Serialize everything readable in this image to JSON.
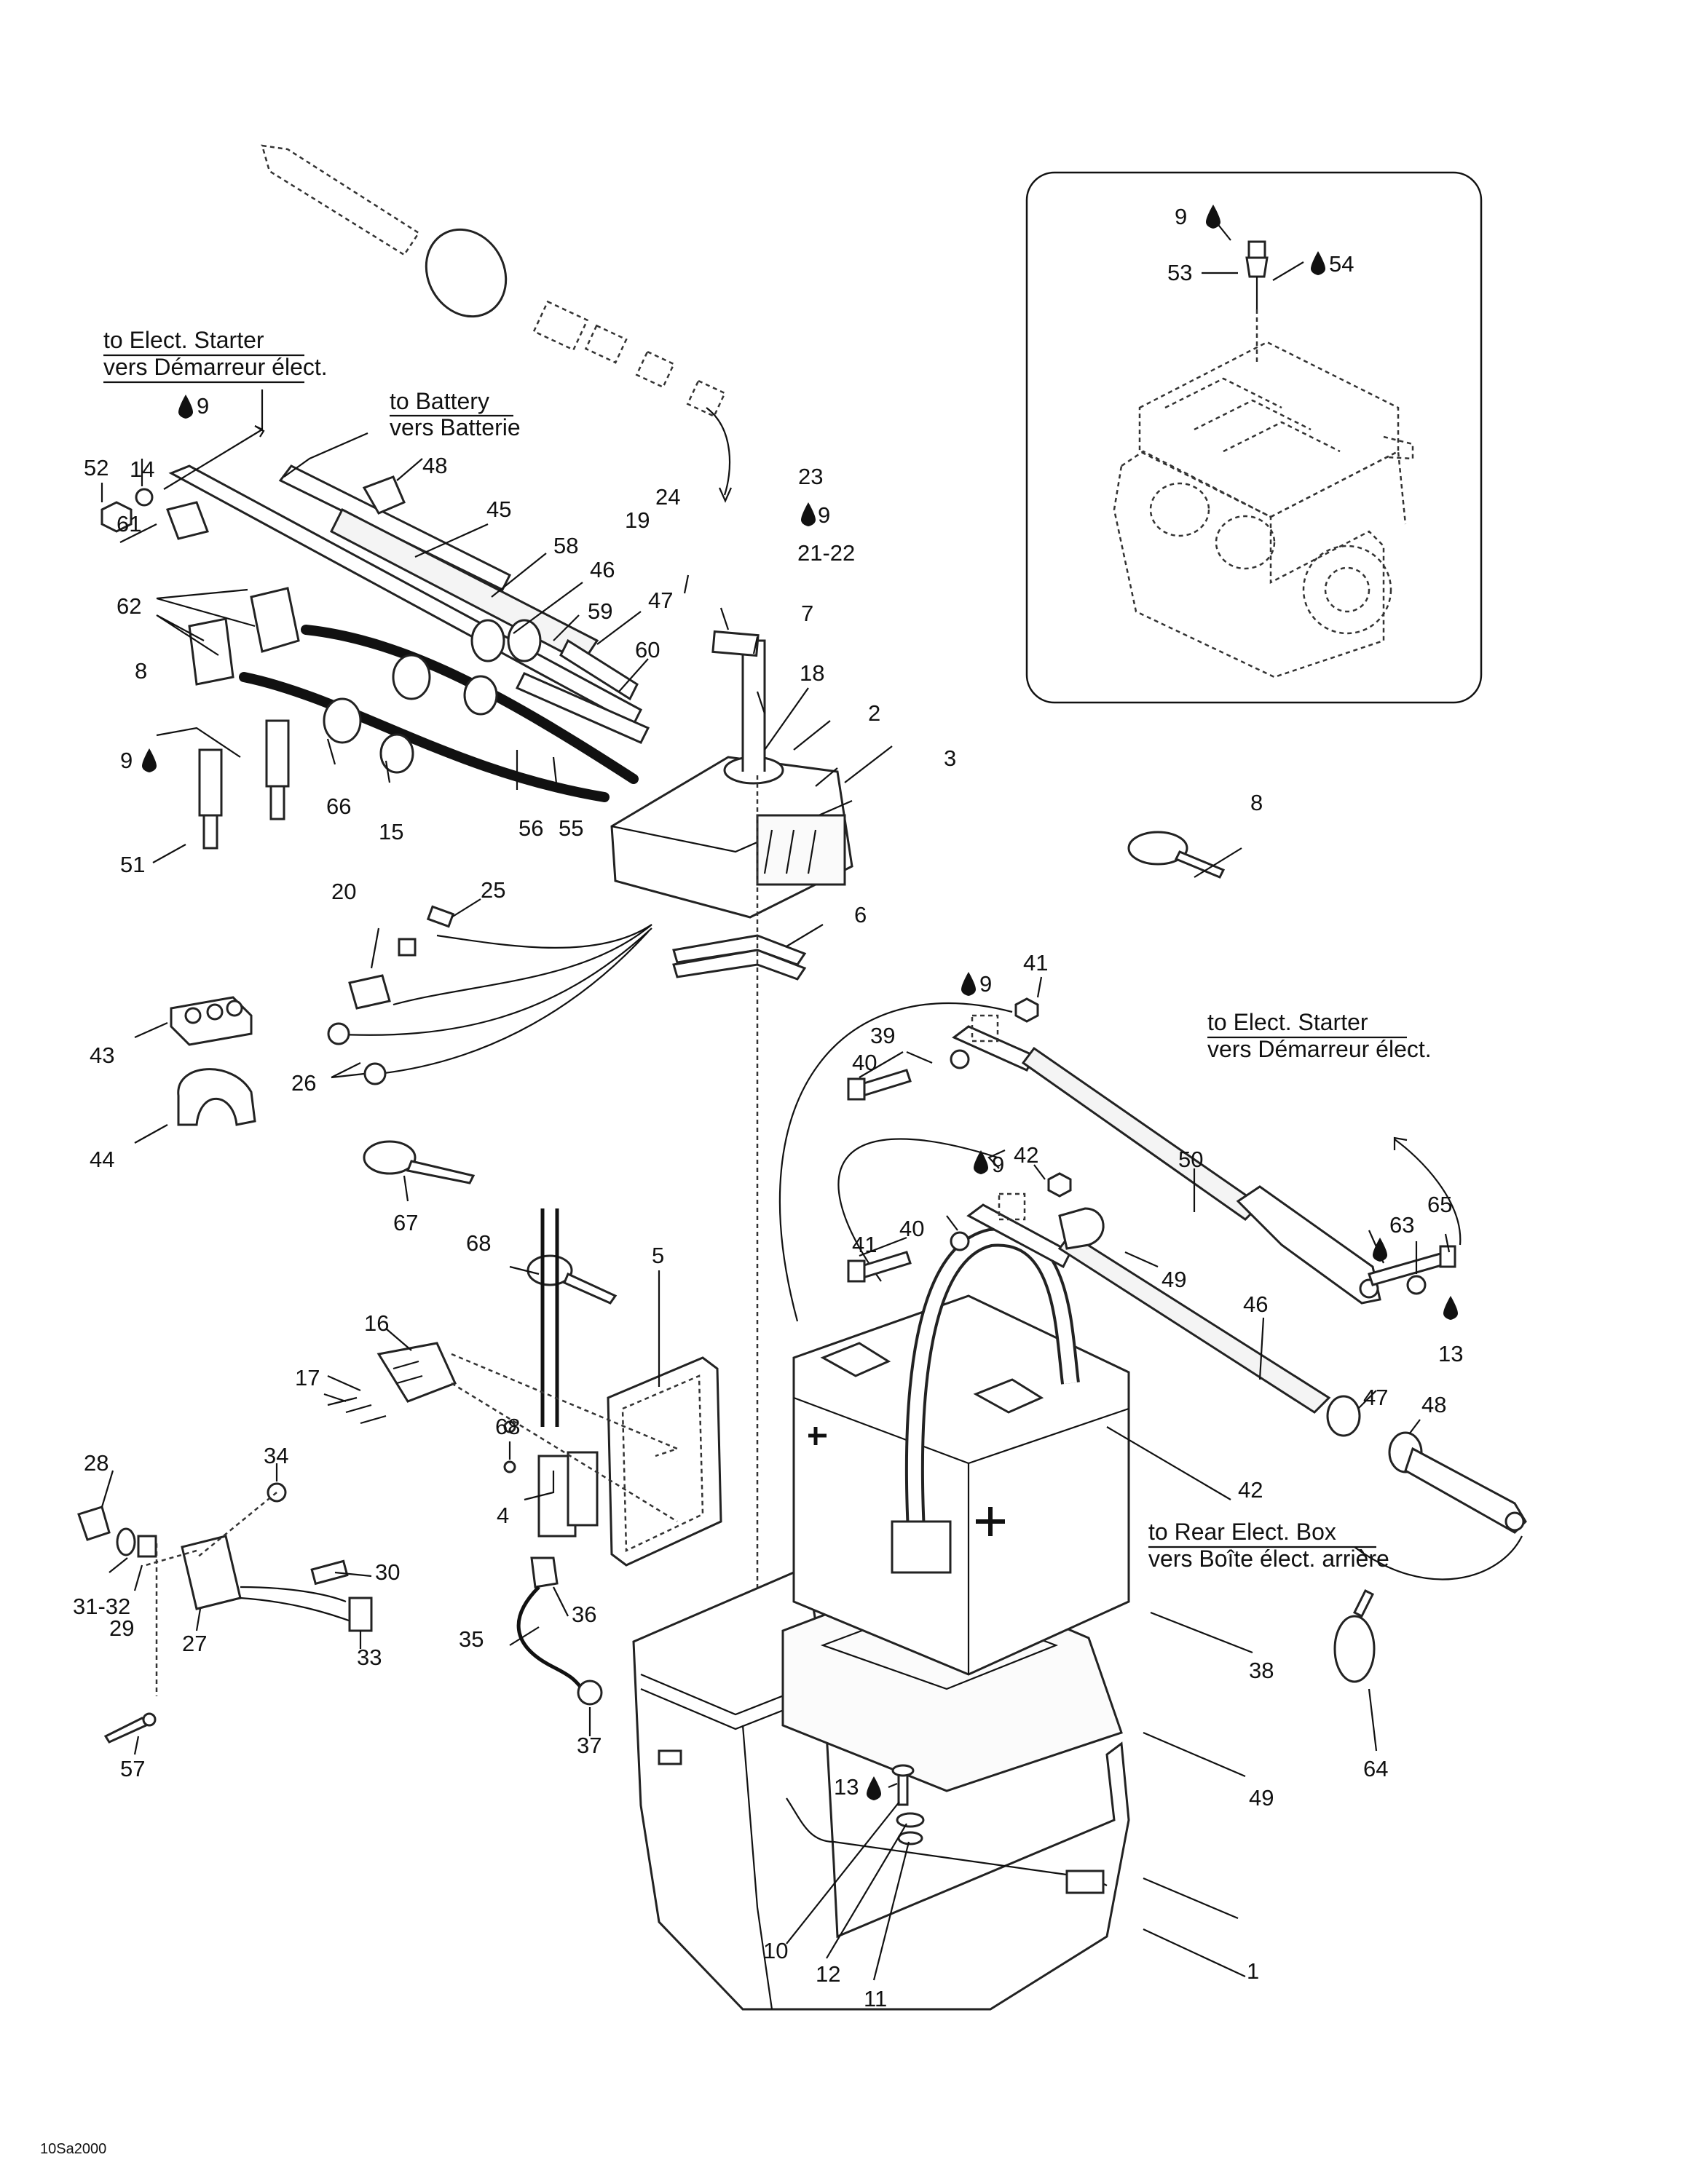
{
  "figure_code": "10Sa2000",
  "notes": {
    "elect_starter_top_en": "to Elect. Starter",
    "elect_starter_top_fr": "vers Démarreur élect.",
    "battery_en": "to Battery",
    "battery_fr": "vers Batterie",
    "elect_starter_right_en": "to Elect. Starter",
    "elect_starter_right_fr": "vers Démarreur élect.",
    "rear_box_en": "to Rear Elect. Box",
    "rear_box_fr": "vers Boîte élect. arrière"
  },
  "callouts": [
    "1",
    "2",
    "3",
    "4",
    "5",
    "6",
    "7",
    "8",
    "8",
    "9",
    "9",
    "9",
    "9",
    "9",
    "9",
    "10",
    "11",
    "12",
    "13",
    "13",
    "14",
    "15",
    "16",
    "17",
    "18",
    "19",
    "20",
    "21-22",
    "23",
    "24",
    "25",
    "26",
    "27",
    "28",
    "29",
    "30",
    "31-32",
    "33",
    "34",
    "35",
    "36",
    "37",
    "38",
    "39",
    "40",
    "40",
    "41",
    "41",
    "42",
    "42",
    "43",
    "44",
    "45",
    "46",
    "46",
    "47",
    "47",
    "48",
    "48",
    "49",
    "49",
    "50",
    "51",
    "52",
    "53",
    "54",
    "55",
    "56",
    "57",
    "58",
    "59",
    "60",
    "61",
    "62",
    "63",
    "64",
    "65",
    "66",
    "67",
    "68",
    "68",
    "69"
  ],
  "colors": {
    "ink": "#111111",
    "paper": "#ffffff"
  }
}
